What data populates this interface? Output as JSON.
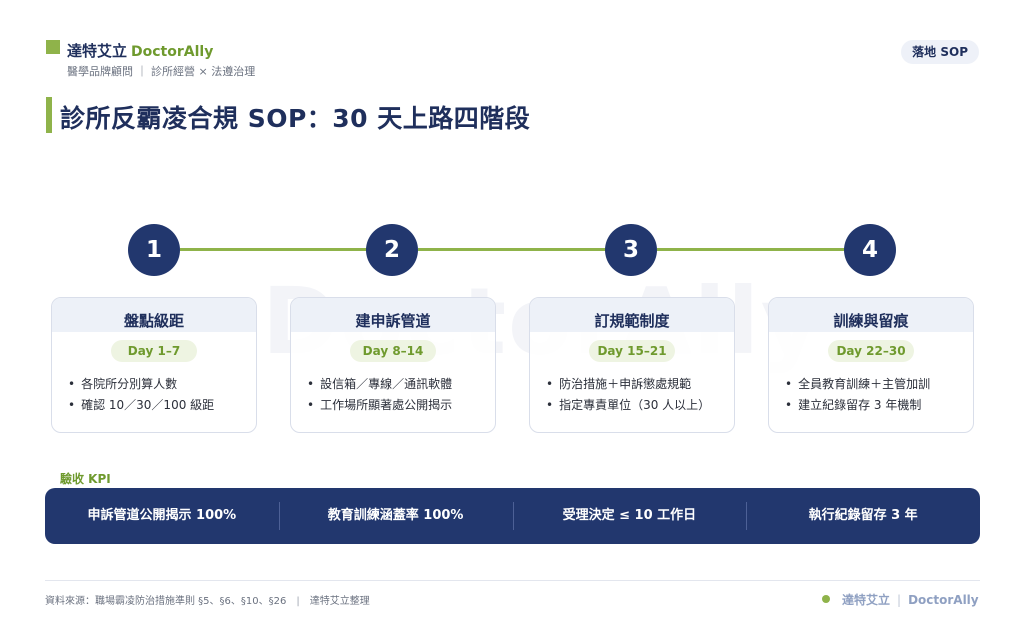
{
  "header": {
    "brand_zh": "達特艾立",
    "brand_en": "DoctorAlly",
    "subtitle": "醫學品牌顧問 ｜ 診所經營 × 法遵治理",
    "tag": "落地 SOP"
  },
  "title": "診所反霸凌合規 SOP：30 天上路四階段",
  "watermark": "DoctorAlly",
  "steps": [
    {
      "number": "1",
      "title": "盤點級距",
      "days": "Day 1–7",
      "items": [
        "各院所分別算人數",
        "確認 10／30／100 級距"
      ]
    },
    {
      "number": "2",
      "title": "建申訴管道",
      "days": "Day 8–14",
      "items": [
        "設信箱／專線／通訊軟體",
        "工作場所顯著處公開揭示"
      ]
    },
    {
      "number": "3",
      "title": "訂規範制度",
      "days": "Day 15–21",
      "items": [
        "防治措施＋申訴懲處規範",
        "指定專責單位（30 人以上）"
      ]
    },
    {
      "number": "4",
      "title": "訓練與留痕",
      "days": "Day 22–30",
      "items": [
        "全員教育訓練＋主管加訓",
        "建立紀錄留存 3 年機制"
      ]
    }
  ],
  "kpi": {
    "label": "驗收 KPI",
    "items": [
      "申訴管道公開揭示 100%",
      "教育訓練涵蓋率 100%",
      "受理決定 ≤ 10 工作日",
      "執行紀錄留存 3 年"
    ]
  },
  "footer": {
    "source": "資料來源：職場霸凌防治措施準則 §5、§6、§10、§26",
    "compiled_by": "達特艾立整理",
    "brand_zh": "達特艾立",
    "brand_en": "DoctorAlly"
  },
  "colors": {
    "navy": "#22376e",
    "green": "#8fb34a"
  }
}
